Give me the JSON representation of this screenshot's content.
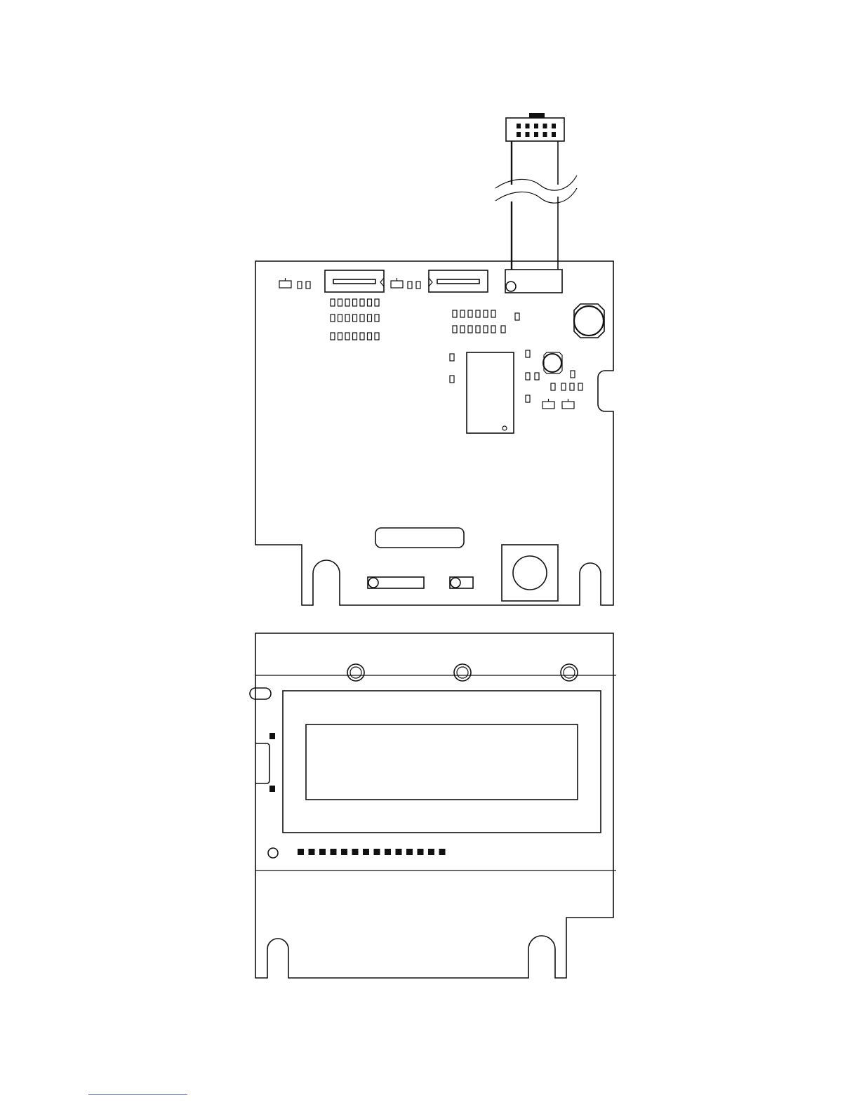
{
  "figure": {
    "type": "line-drawing",
    "subject": "pcb-assembly",
    "colors": {
      "line": "#111111",
      "background": "#ffffff",
      "footnote_rule": "#3b5bb8"
    }
  },
  "control_board": {
    "ribbon_connector_pins": 10,
    "component_label_boxes": 50
  },
  "display_board": {
    "mounting_screws": 3,
    "header_pins": 14
  }
}
